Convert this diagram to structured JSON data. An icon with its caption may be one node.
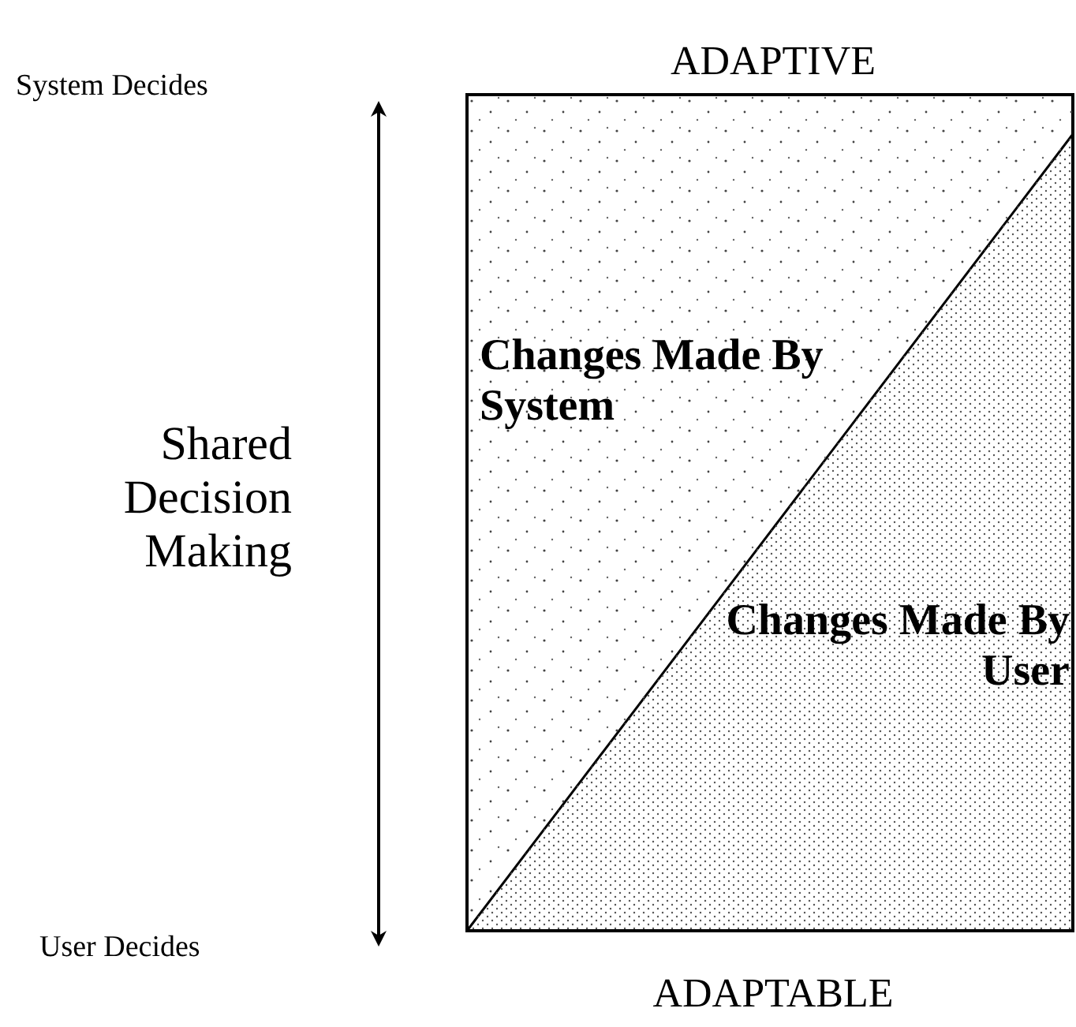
{
  "diagram": {
    "nodes": [
      {
        "text": [
          "Changes Made By System"
        ]
      },
      {
        "text": [
          "Changes Made By User"
        ]
      }
    ],
    "labels": [
      "ADAPTIVE",
      "System Decides",
      "Shared Decision Making",
      "User Decides",
      "ADAPTABLE"
    ]
  }
}
